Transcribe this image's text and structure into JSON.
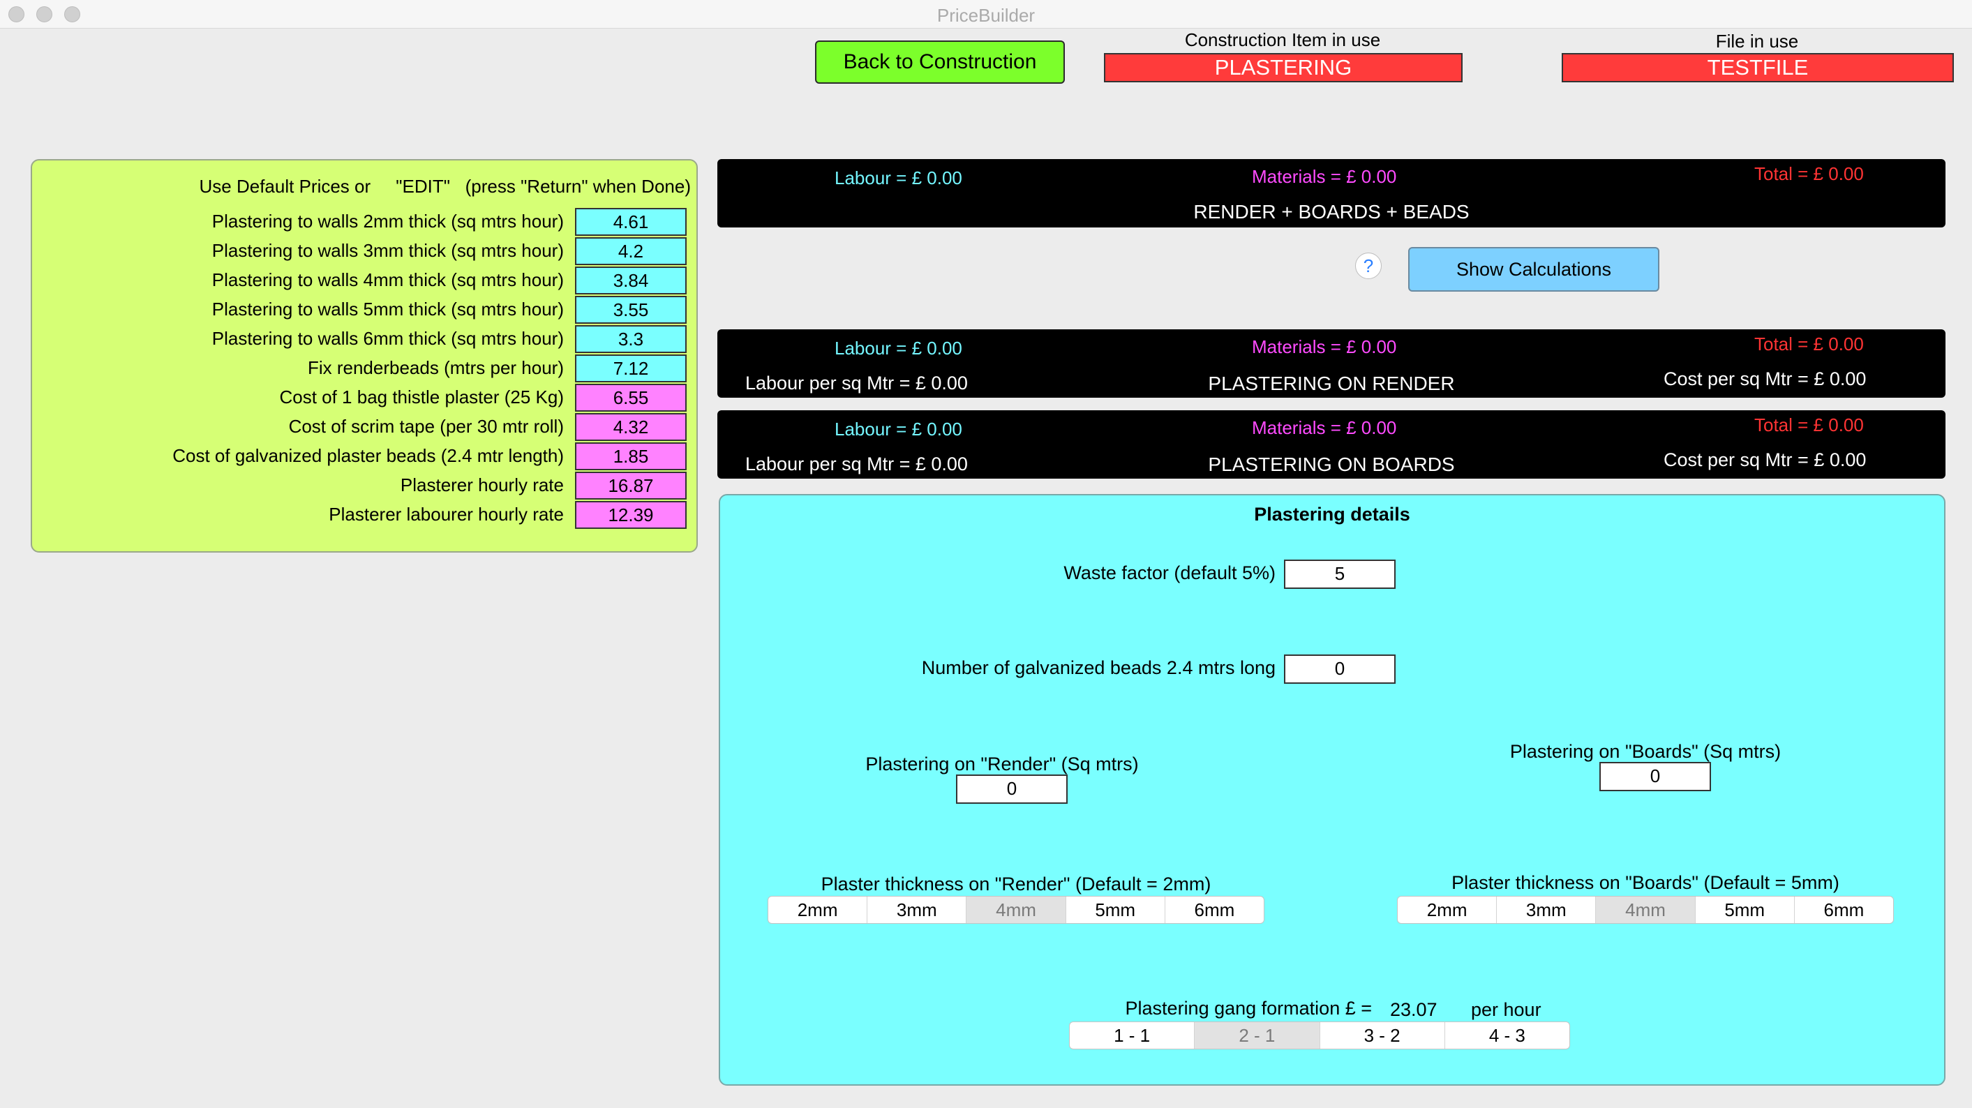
{
  "window": {
    "title": "PriceBuilder"
  },
  "top": {
    "back_button": "Back to Construction",
    "construction_caption": "Construction Item in use",
    "construction_value": "PLASTERING",
    "file_caption": "File in use",
    "file_value": "TESTFILE"
  },
  "prices": {
    "header": "Use Default Prices or     \"EDIT\"   (press \"Return\" when Done)",
    "rows": [
      {
        "label": "Plastering to walls 2mm thick (sq mtrs hour)",
        "value": "4.61"
      },
      {
        "label": "Plastering to walls 3mm thick (sq mtrs hour)",
        "value": "4.2"
      },
      {
        "label": "Plastering to walls 4mm thick (sq mtrs hour)",
        "value": "3.84"
      },
      {
        "label": "Plastering to walls 5mm thick (sq mtrs hour)",
        "value": "3.55"
      },
      {
        "label": "Plastering to walls 6mm thick (sq mtrs hour)",
        "value": "3.3"
      },
      {
        "label": "Fix renderbeads (mtrs per hour)",
        "value": "7.12"
      },
      {
        "label": "Cost of 1 bag thistle plaster (25 Kg)",
        "value": "6.55"
      },
      {
        "label": "Cost of scrim tape (per 30 mtr roll)",
        "value": "4.32"
      },
      {
        "label": "Cost of galvanized plaster beads (2.4 mtr length)",
        "value": "1.85"
      },
      {
        "label": "Plasterer hourly rate",
        "value": "16.87"
      },
      {
        "label": "Plasterer labourer hourly rate",
        "value": "12.39"
      }
    ]
  },
  "summary": {
    "total_bar": {
      "labour": "Labour = £  0.00",
      "materials": "Materials = £ 0.00",
      "total": "Total = £  0.00",
      "title": "RENDER + BOARDS + BEADS"
    },
    "render_bar": {
      "labour": "Labour = £  0.00",
      "materials": "Materials = £ 0.00",
      "total": "Total = £  0.00",
      "labour_per_sqm": "Labour per sq Mtr = £  0.00",
      "title": "PLASTERING ON RENDER",
      "cost_per_sqm": "Cost per sq Mtr = £  0.00"
    },
    "boards_bar": {
      "labour": "Labour = £  0.00",
      "materials": "Materials = £ 0.00",
      "total": "Total = £  0.00",
      "labour_per_sqm": "Labour per sq Mtr = £  0.00",
      "title": "PLASTERING ON BOARDS",
      "cost_per_sqm": "Cost per sq Mtr = £  0.00"
    }
  },
  "help": {
    "icon": "?",
    "show_calc": "Show Calculations"
  },
  "details": {
    "title": "Plastering details",
    "waste_label": "Waste factor (default 5%)",
    "waste_value": "5",
    "beads_label": "Number of galvanized beads 2.4 mtrs long",
    "beads_value": "0",
    "render_area_label": "Plastering on \"Render\" (Sq mtrs)",
    "render_area_value": "0",
    "boards_area_label": "Plastering on \"Boards\" (Sq mtrs)",
    "boards_area_value": "0",
    "render_thickness_label": "Plaster thickness on \"Render\" (Default = 2mm)",
    "boards_thickness_label": "Plaster thickness on \"Boards\" (Default = 5mm)",
    "thickness_options": [
      "2mm",
      "3mm",
      "4mm",
      "5mm",
      "6mm"
    ],
    "render_thickness_selected": "4mm",
    "boards_thickness_selected": "4mm",
    "gang_label": "Plastering gang formation £ =",
    "gang_value": "23.07",
    "gang_unit": "per hour",
    "gang_options": [
      "1 - 1",
      "2 - 1",
      "3 - 2",
      "4 - 3"
    ],
    "gang_selected": "2 - 1"
  },
  "colors": {
    "back_button": "#7cff2b",
    "red_field": "#ff3b3b",
    "price_panel": "#d6ff75",
    "cyan_box": "#7affff",
    "pink_box": "#ff82ff",
    "labour_text": "#74f6ff",
    "materials_text": "#ff4bff",
    "total_text": "#ff3434",
    "details_panel": "#7affff"
  }
}
